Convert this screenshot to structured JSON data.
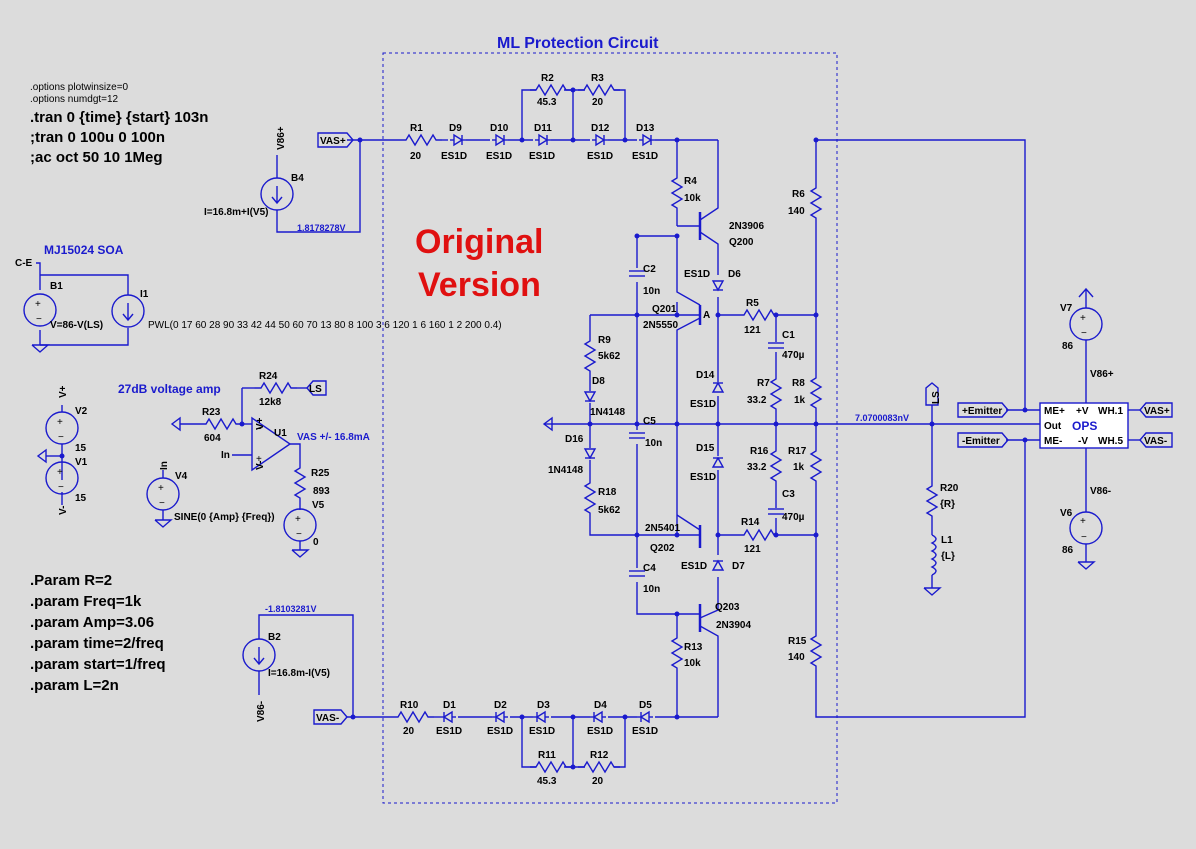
{
  "title": "ML Protection Circuit",
  "overlay_text": [
    "Original",
    "Version"
  ],
  "directives": {
    "opt1": ".options plotwinsize=0",
    "opt2": ".options numdgt=12",
    "tran1": ".tran 0 {time} {start} 103n",
    "tran2": ";tran 0 100u 0 100n",
    "ac": ";ac oct 50 10 1Meg",
    "p1": ".Param R=2",
    "p2": ".param Freq=1k",
    "p3": ".param Amp=3.06",
    "p4": ".param time=2/freq",
    "p5": ".param start=1/freq",
    "p6": ".param L=2n"
  },
  "comments": {
    "soa": "MJ15024 SOA",
    "amp": "27dB voltage amp",
    "vas": "VAS +/- 16.8mA"
  },
  "nets": {
    "vas_pos": "VAS+",
    "vas_neg": "VAS-",
    "v86p": "V86+",
    "v86m": "V86-",
    "ls": "LS",
    "ce": "C-E",
    "in": "In",
    "emit_p": "+Emitter",
    "emit_m": "-Emitter",
    "vplus": "V+",
    "vminus": "V-",
    "v86p_label": "V86+",
    "v86m_label": "V86-"
  },
  "voltages": {
    "top": "1.8178278V",
    "bottom": "-1.8103281V",
    "out": "7.0700083nV"
  },
  "components": {
    "R1": [
      "R1",
      "20"
    ],
    "R2": [
      "R2",
      "45.3"
    ],
    "R3": [
      "R3",
      "20"
    ],
    "R4": [
      "R4",
      "10k"
    ],
    "R5": [
      "R5",
      "121"
    ],
    "R6": [
      "R6",
      "140"
    ],
    "R7": [
      "R7",
      "33.2"
    ],
    "R8": [
      "R8",
      "1k"
    ],
    "R9": [
      "R9",
      "5k62"
    ],
    "R10": [
      "R10",
      "20"
    ],
    "R11": [
      "R11",
      "45.3"
    ],
    "R12": [
      "R12",
      "20"
    ],
    "R13": [
      "R13",
      "10k"
    ],
    "R14": [
      "R14",
      "121"
    ],
    "R15": [
      "R15",
      "140"
    ],
    "R16": [
      "R16",
      "33.2"
    ],
    "R17": [
      "R17",
      "1k"
    ],
    "R18": [
      "R18",
      "5k62"
    ],
    "R20": [
      "R20",
      "{R}"
    ],
    "R23": [
      "R23",
      "604"
    ],
    "R24": [
      "R24",
      "12k8"
    ],
    "R25": [
      "R25",
      "893"
    ],
    "C1": [
      "C1",
      "470µ"
    ],
    "C2": [
      "C2",
      "10n"
    ],
    "C3": [
      "C3",
      "470µ"
    ],
    "C4": [
      "C4",
      "10n"
    ],
    "C5": [
      "C5",
      "10n"
    ],
    "L1": [
      "L1",
      "{L}"
    ],
    "D1": [
      "D1",
      "ES1D"
    ],
    "D2": [
      "D2",
      "ES1D"
    ],
    "D3": [
      "D3",
      "ES1D"
    ],
    "D4": [
      "D4",
      "ES1D"
    ],
    "D5": [
      "D5",
      "ES1D"
    ],
    "D6": [
      "D6",
      "ES1D"
    ],
    "D7": [
      "D7",
      "ES1D"
    ],
    "D8": [
      "D8",
      "1N4148"
    ],
    "D9": [
      "D9",
      "ES1D"
    ],
    "D10": [
      "D10",
      "ES1D"
    ],
    "D11": [
      "D11",
      "ES1D"
    ],
    "D12": [
      "D12",
      "ES1D"
    ],
    "D13": [
      "D13",
      "ES1D"
    ],
    "D14": [
      "D14",
      "ES1D"
    ],
    "D15": [
      "D15",
      "ES1D"
    ],
    "D16": [
      "D16",
      "1N4148"
    ],
    "Q200": [
      "Q200",
      "2N3906"
    ],
    "Q201": [
      "Q201",
      "2N5550"
    ],
    "Q202": [
      "Q202",
      "2N5401"
    ],
    "Q203": [
      "Q203",
      "2N3904"
    ],
    "B1": [
      "B1",
      "V=86-V(LS)"
    ],
    "B2": [
      "B2",
      "I=16.8m-I(V5)"
    ],
    "B4": [
      "B4",
      "I=16.8m+I(V5)"
    ],
    "I1": [
      "I1",
      ""
    ],
    "V1": [
      "V1",
      "15"
    ],
    "V2": [
      "V2",
      "15"
    ],
    "V4": [
      "V4",
      "SINE(0 {Amp} {Freq})"
    ],
    "V5": [
      "V5",
      "0"
    ],
    "V6": [
      "V6",
      "86"
    ],
    "V7": [
      "V7",
      "86"
    ],
    "U1": [
      "U1",
      ""
    ],
    "OPS": [
      "OPS",
      ""
    ]
  },
  "ops_pins": {
    "mep": "ME+",
    "out": "Out",
    "mem": "ME-",
    "vp": "+V",
    "vm": "-V",
    "wh1": "WH.1",
    "wh5": "WH.5"
  },
  "node_a": "A",
  "pwl_text": "PWL(0 17 60 28 90 33 42 44 50 60 70 13 80 8 100 3 6 120 1 6 160 1 2 200 0.4)"
}
